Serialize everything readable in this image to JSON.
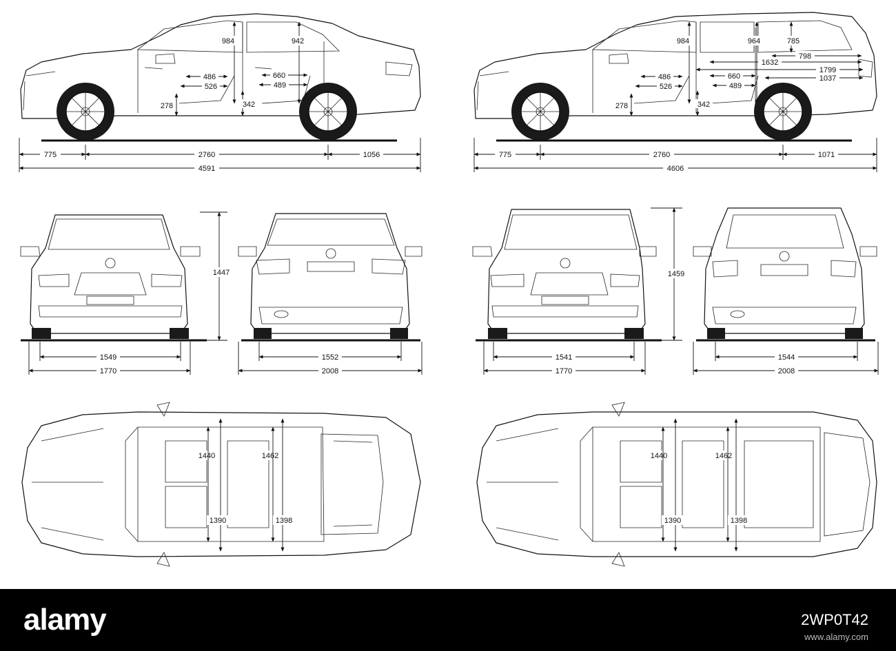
{
  "footer": {
    "brand": "alamy",
    "stock_id": "2WP0T42",
    "url": "www.alamy.com"
  },
  "colors": {
    "line": "#111111",
    "background": "#ffffff",
    "footer": "#000000"
  },
  "sedan": {
    "side": {
      "overhang_front": "775",
      "wheelbase": "2760",
      "overhang_rear": "1056",
      "length": "4591",
      "headroom_front": "984",
      "headroom_rear": "942",
      "seat_front_a": "486",
      "seat_front_b": "526",
      "seat_rear_a": "660",
      "seat_rear_b": "489",
      "seat_height_front": "278",
      "seat_height_rear": "342"
    },
    "front": {
      "track": "1549",
      "width": "1770",
      "height": "1447"
    },
    "rear": {
      "track": "1552",
      "width_mirrors": "2008"
    },
    "top": {
      "shoulder_front": "1440",
      "shoulder_rear": "1462",
      "hip_front": "1390",
      "hip_rear": "1398"
    }
  },
  "estate": {
    "side": {
      "overhang_front": "775",
      "wheelbase": "2760",
      "overhang_rear": "1071",
      "length": "4606",
      "headroom_front": "984",
      "headroom_rear": "964",
      "cargo_height": "785",
      "cargo_798": "798",
      "cargo_1632": "1632",
      "cargo_1799": "1799",
      "cargo_1037": "1037",
      "seat_front_a": "486",
      "seat_front_b": "526",
      "seat_rear_a": "660",
      "seat_rear_b": "489",
      "seat_height_front": "278",
      "seat_height_rear": "342"
    },
    "front": {
      "track": "1541",
      "width": "1770",
      "height": "1459"
    },
    "rear": {
      "track": "1544",
      "width_mirrors": "2008"
    },
    "top": {
      "shoulder_front": "1440",
      "shoulder_rear": "1462",
      "hip_front": "1390",
      "hip_rear": "1398"
    }
  }
}
